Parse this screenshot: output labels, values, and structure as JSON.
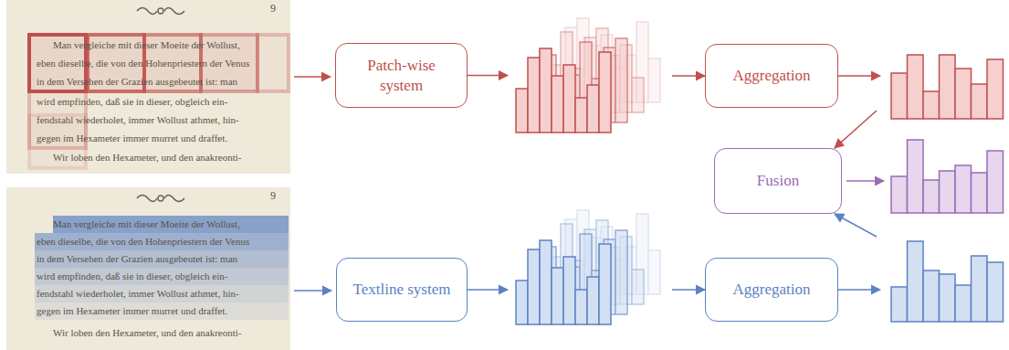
{
  "diagram": {
    "nodes": [
      {
        "text": [
          "Patch-wise system"
        ]
      },
      {
        "text": [
          "Aggregation"
        ]
      },
      {
        "text": [
          "Fusion"
        ]
      },
      {
        "text": [
          "Textline system"
        ]
      },
      {
        "text": [
          "Aggregation"
        ]
      }
    ],
    "edges": [
      {
        "from": 0,
        "to": 1,
        "arrow": "to"
      },
      {
        "from": 1,
        "to": 2,
        "arrow": "to"
      },
      {
        "from": 3,
        "to": 4,
        "arrow": "to"
      },
      {
        "from": 4,
        "to": 2,
        "arrow": "to"
      }
    ],
    "labels": [
      "9",
      "Man vergleiche mit dieser Moeite der Wollust,",
      "eben dieselbe, die von den Hohenpriestern der Venus",
      "in dem Versehen der Grazien ausgebeutet ist: man",
      "wird empfinden, daß sie in dieser, obgleich ein-",
      "fendstahl wiederholet, immer Wollust athmet, hin-",
      "gegen im Hexameter immer murret und draffet.",
      "Wir loben den Hexameter, und den anakreonti-",
      "9",
      "Man vergleiche mit dieser Moeite der Wollust,",
      "eben dieselbe, die von den Hohenpriestern der Venus",
      "in dem Versehen der Grazien ausgebeutet ist: man",
      "wird empfinden, daß sie in dieser, obgleich ein-",
      "fendstahl wiederholet, immer Wollust athmet, hin-",
      "gegen im Hexameter immer murret und draffet.",
      "Wir loben den Hexameter, und den anakreonti-"
    ]
  }
}
